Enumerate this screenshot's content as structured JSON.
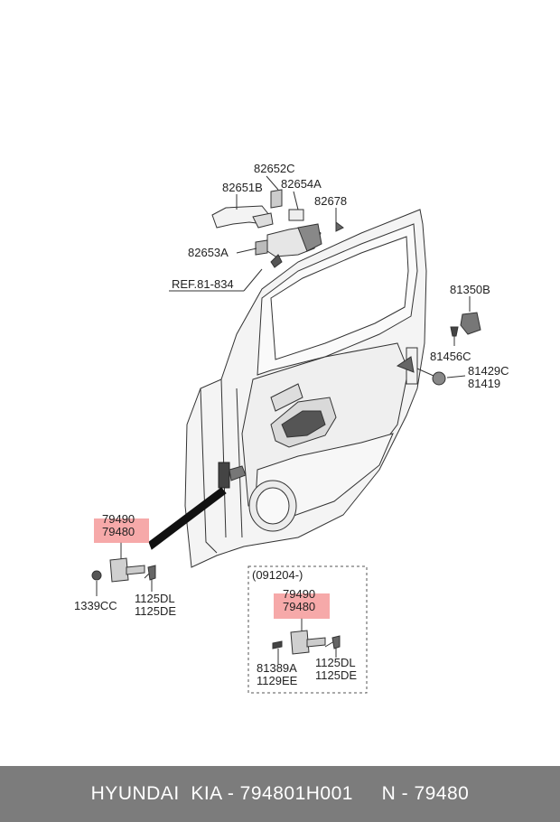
{
  "callouts": {
    "p82652c": "82652C",
    "p82651b": "82651B",
    "p82654a": "82654A",
    "p82678": "82678",
    "p82653a": "82653A",
    "ref": "REF.81-834",
    "p81350b": "81350B",
    "p81456c": "81456C",
    "p81429c": "81429C",
    "p81419": "81419",
    "p79490_main": "79490",
    "p79480_main": "79480",
    "p1339cc": "1339CC",
    "p1125dl_main": "1125DL",
    "p1125de_main": "1125DE",
    "inset_date": "(091204-)",
    "p79490_inset": "79490",
    "p79480_inset": "79480",
    "p81389a": "81389A",
    "p1129ee": "1129EE",
    "p1125dl_inset": "1125DL",
    "p1125de_inset": "1125DE"
  },
  "highlight_color": "#f59a9a",
  "footer": {
    "text": "HYUNDAI  KIA - 794801H001     N - 79480",
    "background": "#7c7c7c"
  }
}
